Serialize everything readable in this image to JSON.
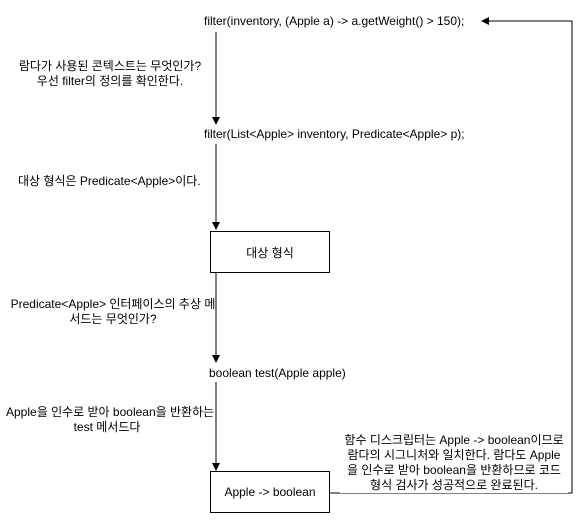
{
  "nodes": {
    "filter_call": "filter(inventory, (Apple a) -> a.getWeight() > 150);",
    "filter_def": "filter(List<Apple> inventory, Predicate<Apple> p);",
    "target_type": "대상 형식",
    "test_method": "boolean test(Apple apple)",
    "signature": "Apple -> boolean"
  },
  "annotations": {
    "step1": [
      "람다가 사용된 콘텍스트는 무엇인가?",
      "우선 filter의 정의를 확인한다."
    ],
    "step2": [
      "대상 형식은 Predicate<Apple>이다."
    ],
    "step3": [
      "Predicate<Apple> 인터페이스의 추상 메",
      "서드는 무엇인가?"
    ],
    "step4": [
      "Apple을 인수로 받아 boolean을 반환하는",
      "test 메서드다"
    ],
    "step5": [
      "함수 디스크립터는 Apple -> boolean이므로",
      "람다의 시그니처와 일치한다. 람다도 Apple",
      "을 인수로 받아 boolean을 반환하므로 코드",
      "형식 검사가 성공적으로 완료된다."
    ]
  }
}
